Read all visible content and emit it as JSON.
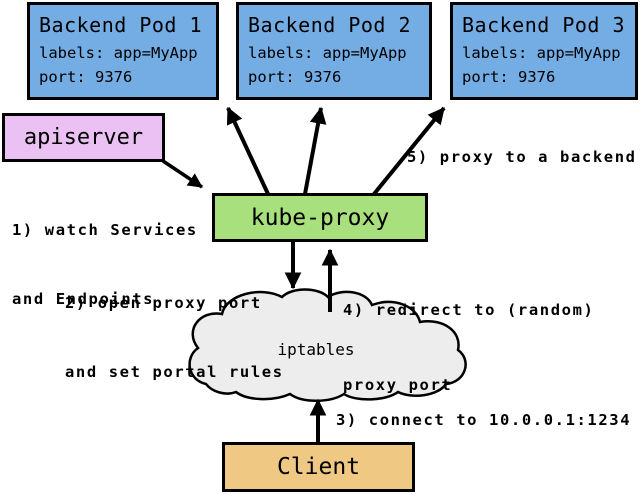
{
  "diagram": {
    "pods": [
      {
        "title": "Backend Pod 1",
        "labels_line": "labels: app=MyApp",
        "port_line": "port: 9376"
      },
      {
        "title": "Backend Pod 2",
        "labels_line": "labels: app=MyApp",
        "port_line": "port: 9376"
      },
      {
        "title": "Backend Pod 3",
        "labels_line": "labels: app=MyApp",
        "port_line": "port: 9376"
      }
    ],
    "apiserver_label": "apiserver",
    "kube_proxy_label": "kube-proxy",
    "iptables_label": "iptables",
    "client_label": "Client",
    "notes": {
      "note1_line1": "1) watch Services",
      "note1_line2": "and Endpoints",
      "note2_line1": "2) open proxy port",
      "note2_line2": "and set portal rules",
      "note3": "3) connect to 10.0.0.1:1234",
      "note4_line1": "4) redirect to (random)",
      "note4_line2": "proxy port",
      "note5": "5) proxy to a backend"
    },
    "colors": {
      "pod_fill": "#74ACE4",
      "apiserver_fill": "#EBC0F2",
      "kube_proxy_fill": "#A8E07D",
      "cloud_fill": "#EDEDED",
      "client_fill": "#EFC883",
      "stroke": "#000000"
    }
  }
}
